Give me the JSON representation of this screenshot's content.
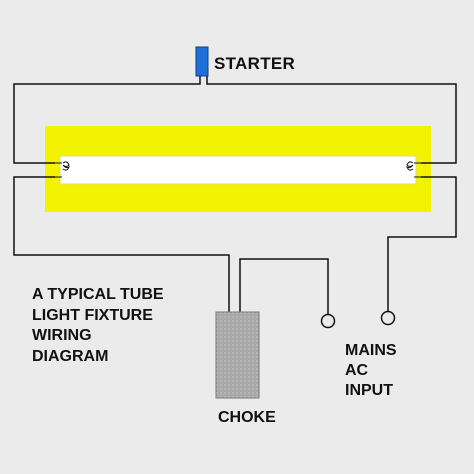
{
  "labels": {
    "starter": "STARTER",
    "title_lines": [
      "A TYPICAL TUBE",
      "LIGHT FIXTURE",
      "WIRING",
      "DIAGRAM"
    ],
    "choke": "CHOKE",
    "mains_lines": [
      "MAINS",
      "AC",
      "INPUT"
    ]
  },
  "colors": {
    "background": "#ebebeb",
    "tube_glow": "#f3f200",
    "tube_core": "#ffffff",
    "wire": "#111111",
    "starter": "#1f6fd8",
    "choke": "#a9a9a9"
  },
  "components": {
    "tube": "fluorescent-tube",
    "starter": "starter-component",
    "choke": "choke-ballast",
    "terminals": [
      "mains-terminal-left",
      "mains-terminal-right"
    ]
  }
}
